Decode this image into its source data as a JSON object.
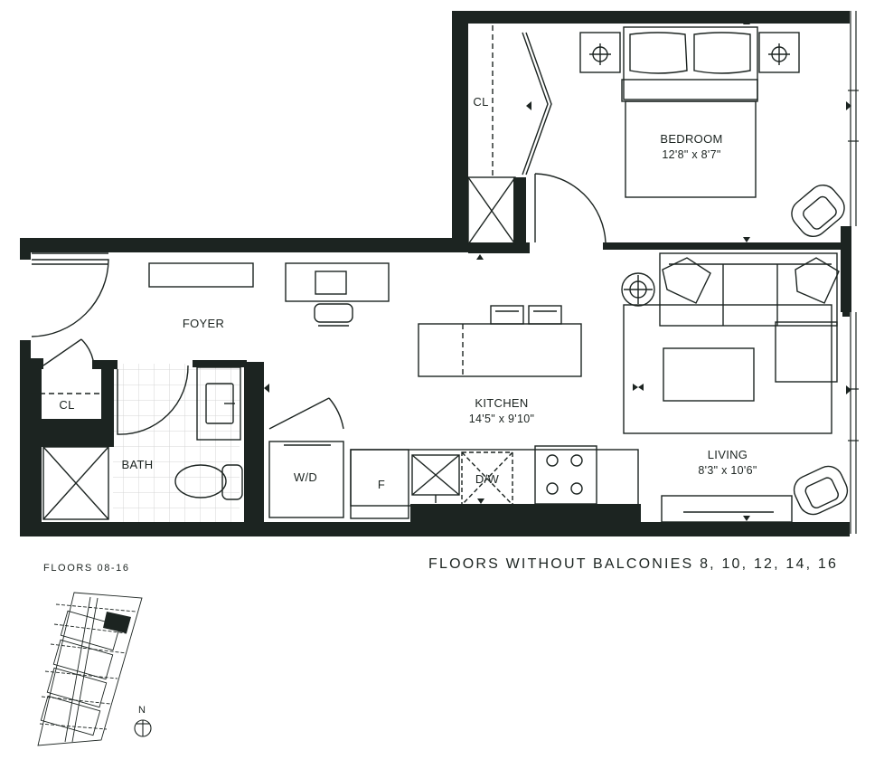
{
  "rooms": {
    "bedroom": {
      "name": "BEDROOM",
      "dims": "12'8\" x 8'7\""
    },
    "kitchen": {
      "name": "KITCHEN",
      "dims": "14'5\" x 9'10\""
    },
    "living": {
      "name": "LIVING",
      "dims": "8'3\" x 10'6\""
    },
    "foyer": {
      "name": "FOYER"
    },
    "bath": {
      "name": "BATH"
    },
    "closet_bedroom": {
      "name": "CL"
    },
    "closet_foyer": {
      "name": "CL"
    }
  },
  "appliances": {
    "washer_dryer": "W/D",
    "fridge": "F",
    "dishwasher": "D/W"
  },
  "footer": {
    "floors": "FLOORS 08-16",
    "note": "FLOORS WITHOUT BALCONIES 8, 10, 12, 14, 16",
    "north": "N"
  },
  "colors": {
    "wall": "#1c2421",
    "line": "#1c2421",
    "tile": "#d4d6d5"
  }
}
